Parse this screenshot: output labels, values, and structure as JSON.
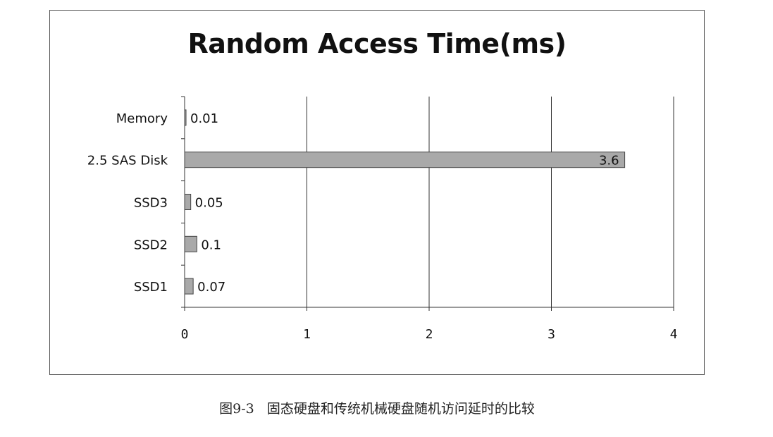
{
  "chart_data": {
    "type": "bar",
    "orientation": "horizontal",
    "title": "Random Access Time(ms)",
    "categories": [
      "Memory",
      "2.5 SAS Disk",
      "SSD3",
      "SSD2",
      "SSD1"
    ],
    "values": [
      0.01,
      3.6,
      0.05,
      0.1,
      0.07
    ],
    "data_labels": [
      "0.01",
      "3.6",
      "0.05",
      "0.1",
      "0.07"
    ],
    "xlim": [
      0,
      4
    ],
    "xticks": [
      "0",
      "1",
      "2",
      "3",
      "4"
    ],
    "grid": "vertical gridlines on",
    "legend": "none",
    "bar_color": "#a9a9a9"
  },
  "caption": {
    "figure_number": "图9-3",
    "text": "固态硬盘和传统机械硬盘随机访问延时的比较"
  }
}
